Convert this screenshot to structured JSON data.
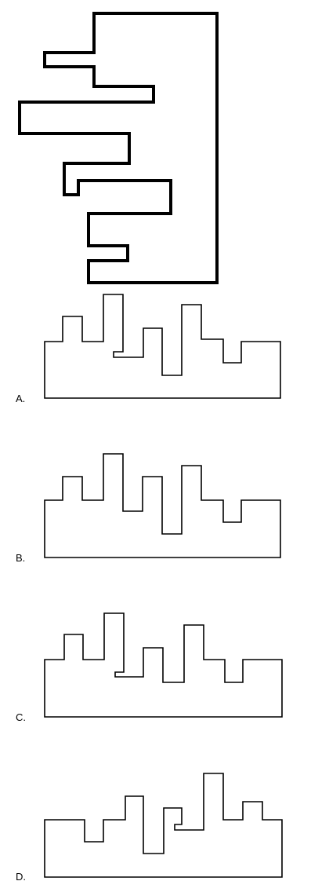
{
  "options": [
    {
      "label": "A."
    },
    {
      "label": "B."
    },
    {
      "label": "C."
    },
    {
      "label": "D."
    }
  ],
  "colors": {
    "stroke": "#000000",
    "background": "#ffffff"
  }
}
